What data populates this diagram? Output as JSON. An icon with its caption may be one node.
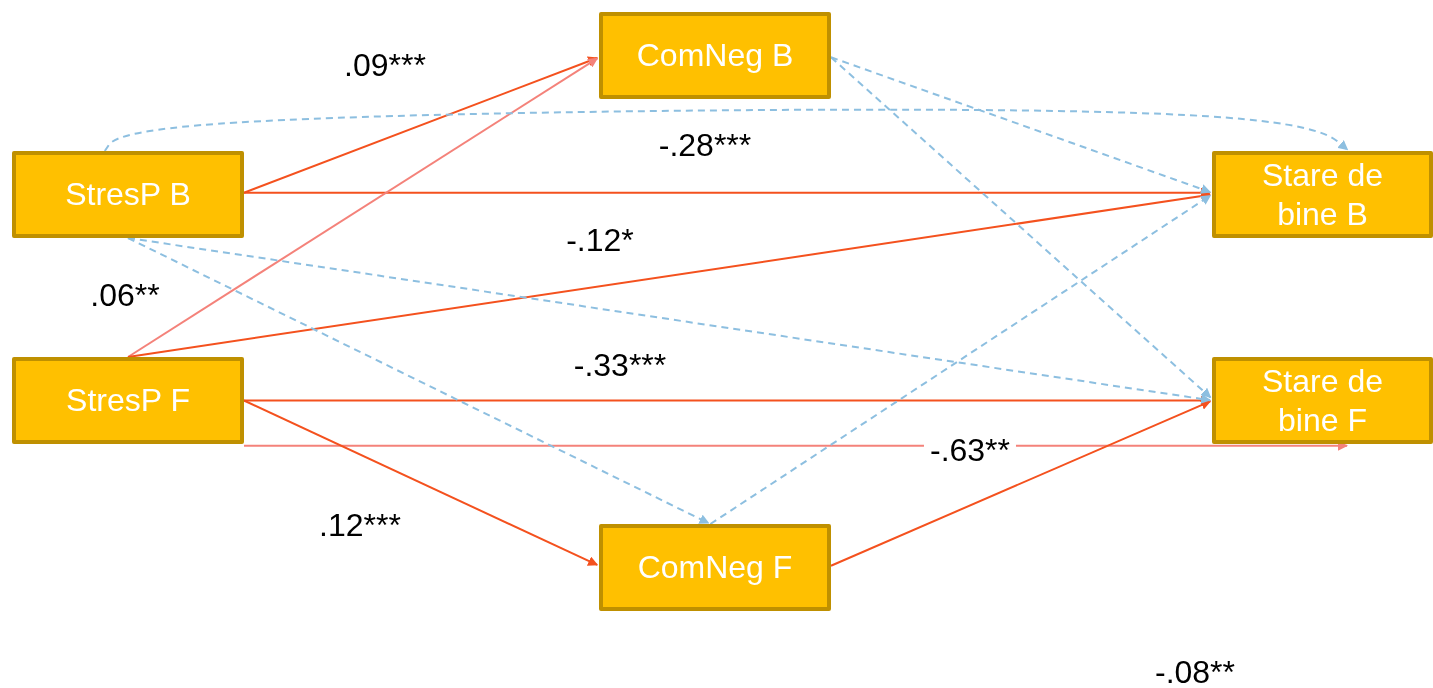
{
  "diagram": {
    "nodes": [
      {
        "text": [
          "ComNeg B"
        ]
      },
      {
        "text": [
          "StresP B"
        ]
      },
      {
        "text": [
          "Stare de bine B"
        ]
      },
      {
        "text": [
          "StresP F"
        ]
      },
      {
        "text": [
          "Stare de bine F"
        ]
      },
      {
        "text": [
          "ComNeg F"
        ]
      }
    ],
    "edges": [
      {
        "from": 1,
        "to": 0,
        "arrow": "to"
      },
      {
        "from": 1,
        "to": 2,
        "arrow": "to"
      },
      {
        "from": 3,
        "to": 0,
        "arrow": "to",
        "color": "#f4827a"
      },
      {
        "from": 3,
        "to": 2,
        "arrow": "to"
      },
      {
        "from": 3,
        "to": 4,
        "arrow": "to"
      },
      {
        "from": 3,
        "to": 4,
        "arrow": "to",
        "label": "-.63**",
        "color": "#f4827a"
      },
      {
        "from": 3,
        "to": 5,
        "arrow": "to"
      },
      {
        "from": 5,
        "to": 4,
        "arrow": "to"
      },
      {
        "from": 1,
        "to": 2,
        "arrow": "to",
        "style": "dashed",
        "color": "#8dbfe0"
      },
      {
        "from": 0,
        "to": 2,
        "arrow": "to",
        "style": "dashed",
        "color": "#8dbfe0"
      },
      {
        "from": 0,
        "to": 4,
        "arrow": "to",
        "style": "dashed",
        "color": "#8dbfe0"
      },
      {
        "from": 1,
        "to": 4,
        "arrow": "to",
        "style": "dashed",
        "color": "#8dbfe0"
      },
      {
        "from": 1,
        "to": 5,
        "arrow": "to",
        "style": "dashed",
        "color": "#8dbfe0"
      },
      {
        "from": 5,
        "to": 2,
        "arrow": "to",
        "style": "dashed",
        "color": "#8dbfe0"
      }
    ],
    "labels": [
      ".09***",
      "-.28***",
      "-.12*",
      ".06**",
      "-.33***",
      ".12***",
      "-.08**"
    ]
  }
}
